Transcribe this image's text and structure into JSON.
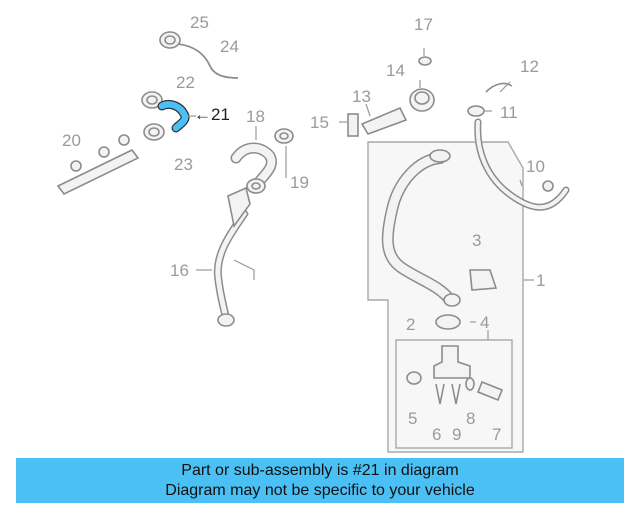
{
  "diagram": {
    "highlight_color": "#4bc0f5",
    "callouts": [
      "1",
      "2",
      "3",
      "4",
      "5",
      "6",
      "7",
      "8",
      "9",
      "10",
      "11",
      "12",
      "13",
      "14",
      "15",
      "16",
      "17",
      "18",
      "19",
      "20",
      "21",
      "22",
      "23",
      "24",
      "25"
    ],
    "highlighted": "21"
  },
  "banner": {
    "line1": "Part or sub-assembly is #21 in diagram",
    "line2": "Diagram may not be specific to your vehicle",
    "background": "#4bc0f5"
  }
}
